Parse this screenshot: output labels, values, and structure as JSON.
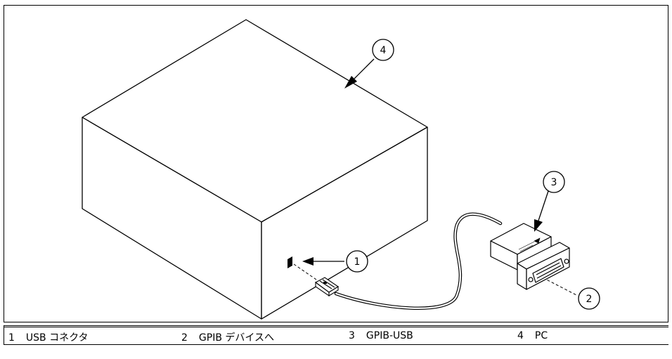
{
  "callouts": [
    "1",
    "2",
    "3",
    "4"
  ],
  "legend": [
    {
      "num": "1",
      "label": "USB コネクタ"
    },
    {
      "num": "2",
      "label": "GPIB デバイスへ"
    },
    {
      "num": "3",
      "label": "GPIB-USB"
    },
    {
      "num": "4",
      "label": "PC"
    }
  ]
}
